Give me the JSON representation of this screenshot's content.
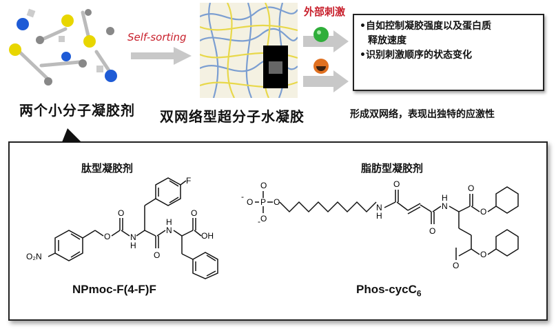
{
  "top": {
    "left_label": "两个小分子凝胶剂",
    "arrow_label": "Self-sorting",
    "middle_label": "双网络型超分子水凝胶",
    "stimuli_label": "外部刺激",
    "properties": [
      "•自如控制凝胶强度以及蛋白质",
      "释放速度",
      "•识别刺激顺序的状态变化"
    ],
    "result_caption": "形成双网络，表现出独特的应激性"
  },
  "bottom": {
    "peptide": {
      "category": "肽型凝胶剂",
      "name": "NPmoc-F(4-F)F",
      "atoms": [
        "F",
        "O",
        "O",
        "H",
        "N",
        "N",
        "H",
        "O",
        "OH",
        "O",
        "O₂N"
      ]
    },
    "lipid": {
      "category": "脂肪型凝胶剂",
      "name_main": "Phos-cycC",
      "name_sub": "6",
      "atoms": [
        "O",
        "-",
        "O",
        "P",
        "O",
        "-",
        "O",
        "O",
        "H",
        "N",
        "O",
        "H",
        "N",
        "O",
        "O",
        "O",
        "O"
      ]
    }
  },
  "colors": {
    "red_text": "#c8202c",
    "network_blue": "#7b9ed1",
    "network_yellow": "#e8d84a",
    "green_stimulus": "#2fae3a",
    "orange_stimulus": "#e07020"
  }
}
